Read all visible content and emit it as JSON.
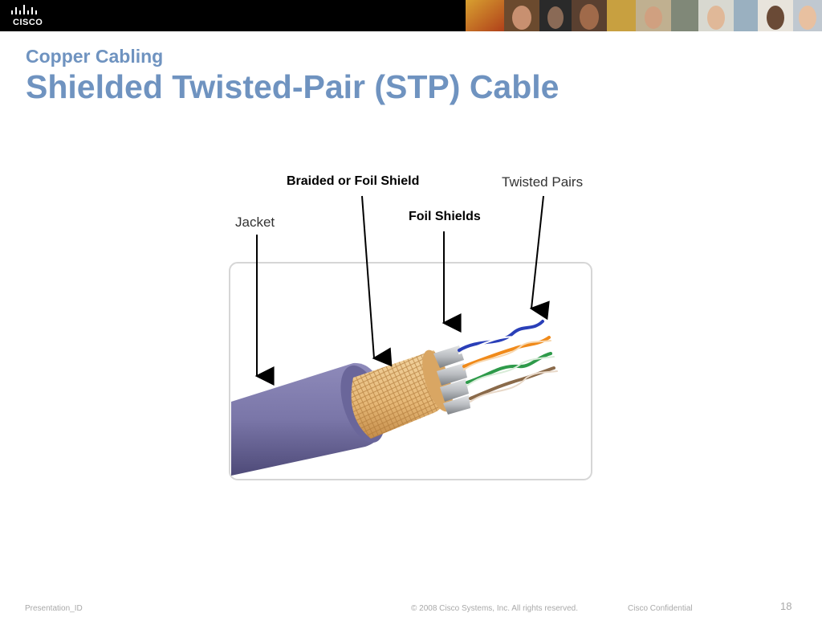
{
  "header": {
    "logo_text": "CISCO",
    "subtitle": "Copper Cabling",
    "title": "Shielded Twisted-Pair (STP) Cable"
  },
  "figure": {
    "labels": {
      "jacket": "Jacket",
      "braided_shield": "Braided or Foil Shield",
      "foil_shields": "Foil Shields",
      "twisted_pairs": "Twisted Pairs"
    },
    "colors": {
      "jacket": "#7a76a8",
      "braid": "#e6b877",
      "foil": "#b9bcc0",
      "pair_blue": "#2a3fb8",
      "pair_orange": "#f08a1a",
      "pair_green": "#2e9a4a",
      "pair_brown": "#8a6a4a"
    }
  },
  "footer": {
    "presentation_id": "Presentation_ID",
    "copyright": "© 2008 Cisco Systems, Inc. All rights reserved.",
    "confidential": "Cisco Confidential",
    "page_number": "18"
  }
}
